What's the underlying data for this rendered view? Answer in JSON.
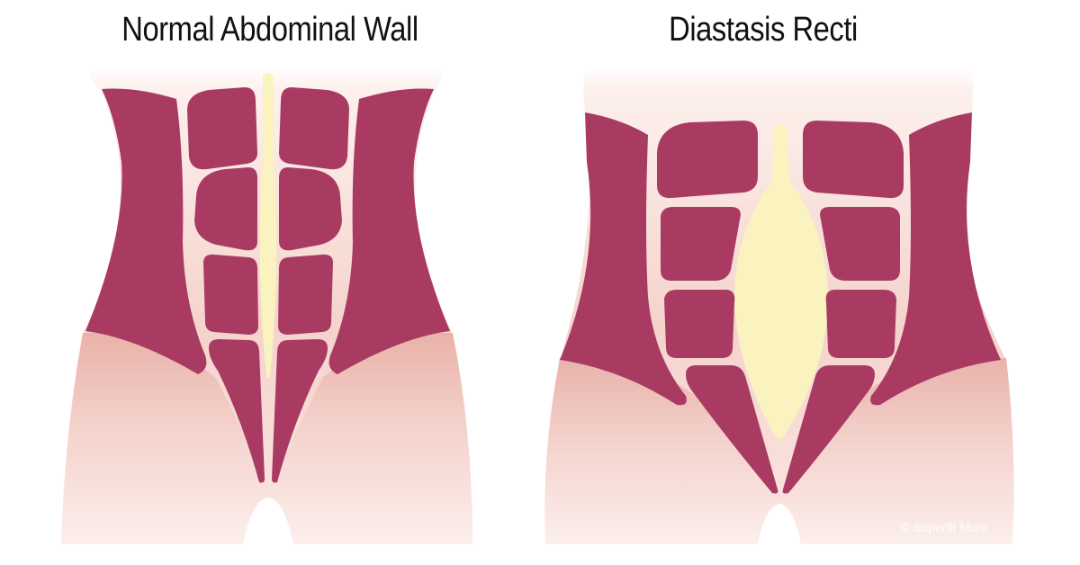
{
  "titles": {
    "normal": "Normal Abdominal Wall",
    "diastasis": "Diastasis Recti"
  },
  "watermark": "© Superfit Mom",
  "colors": {
    "muscle": "#a93b63",
    "linea_alba": "#fbf3bf",
    "skin_light": "#fdf3ef",
    "skin_mid": "#f3cfc7",
    "skin_dark": "#e8b0a8",
    "background": "#ffffff"
  }
}
